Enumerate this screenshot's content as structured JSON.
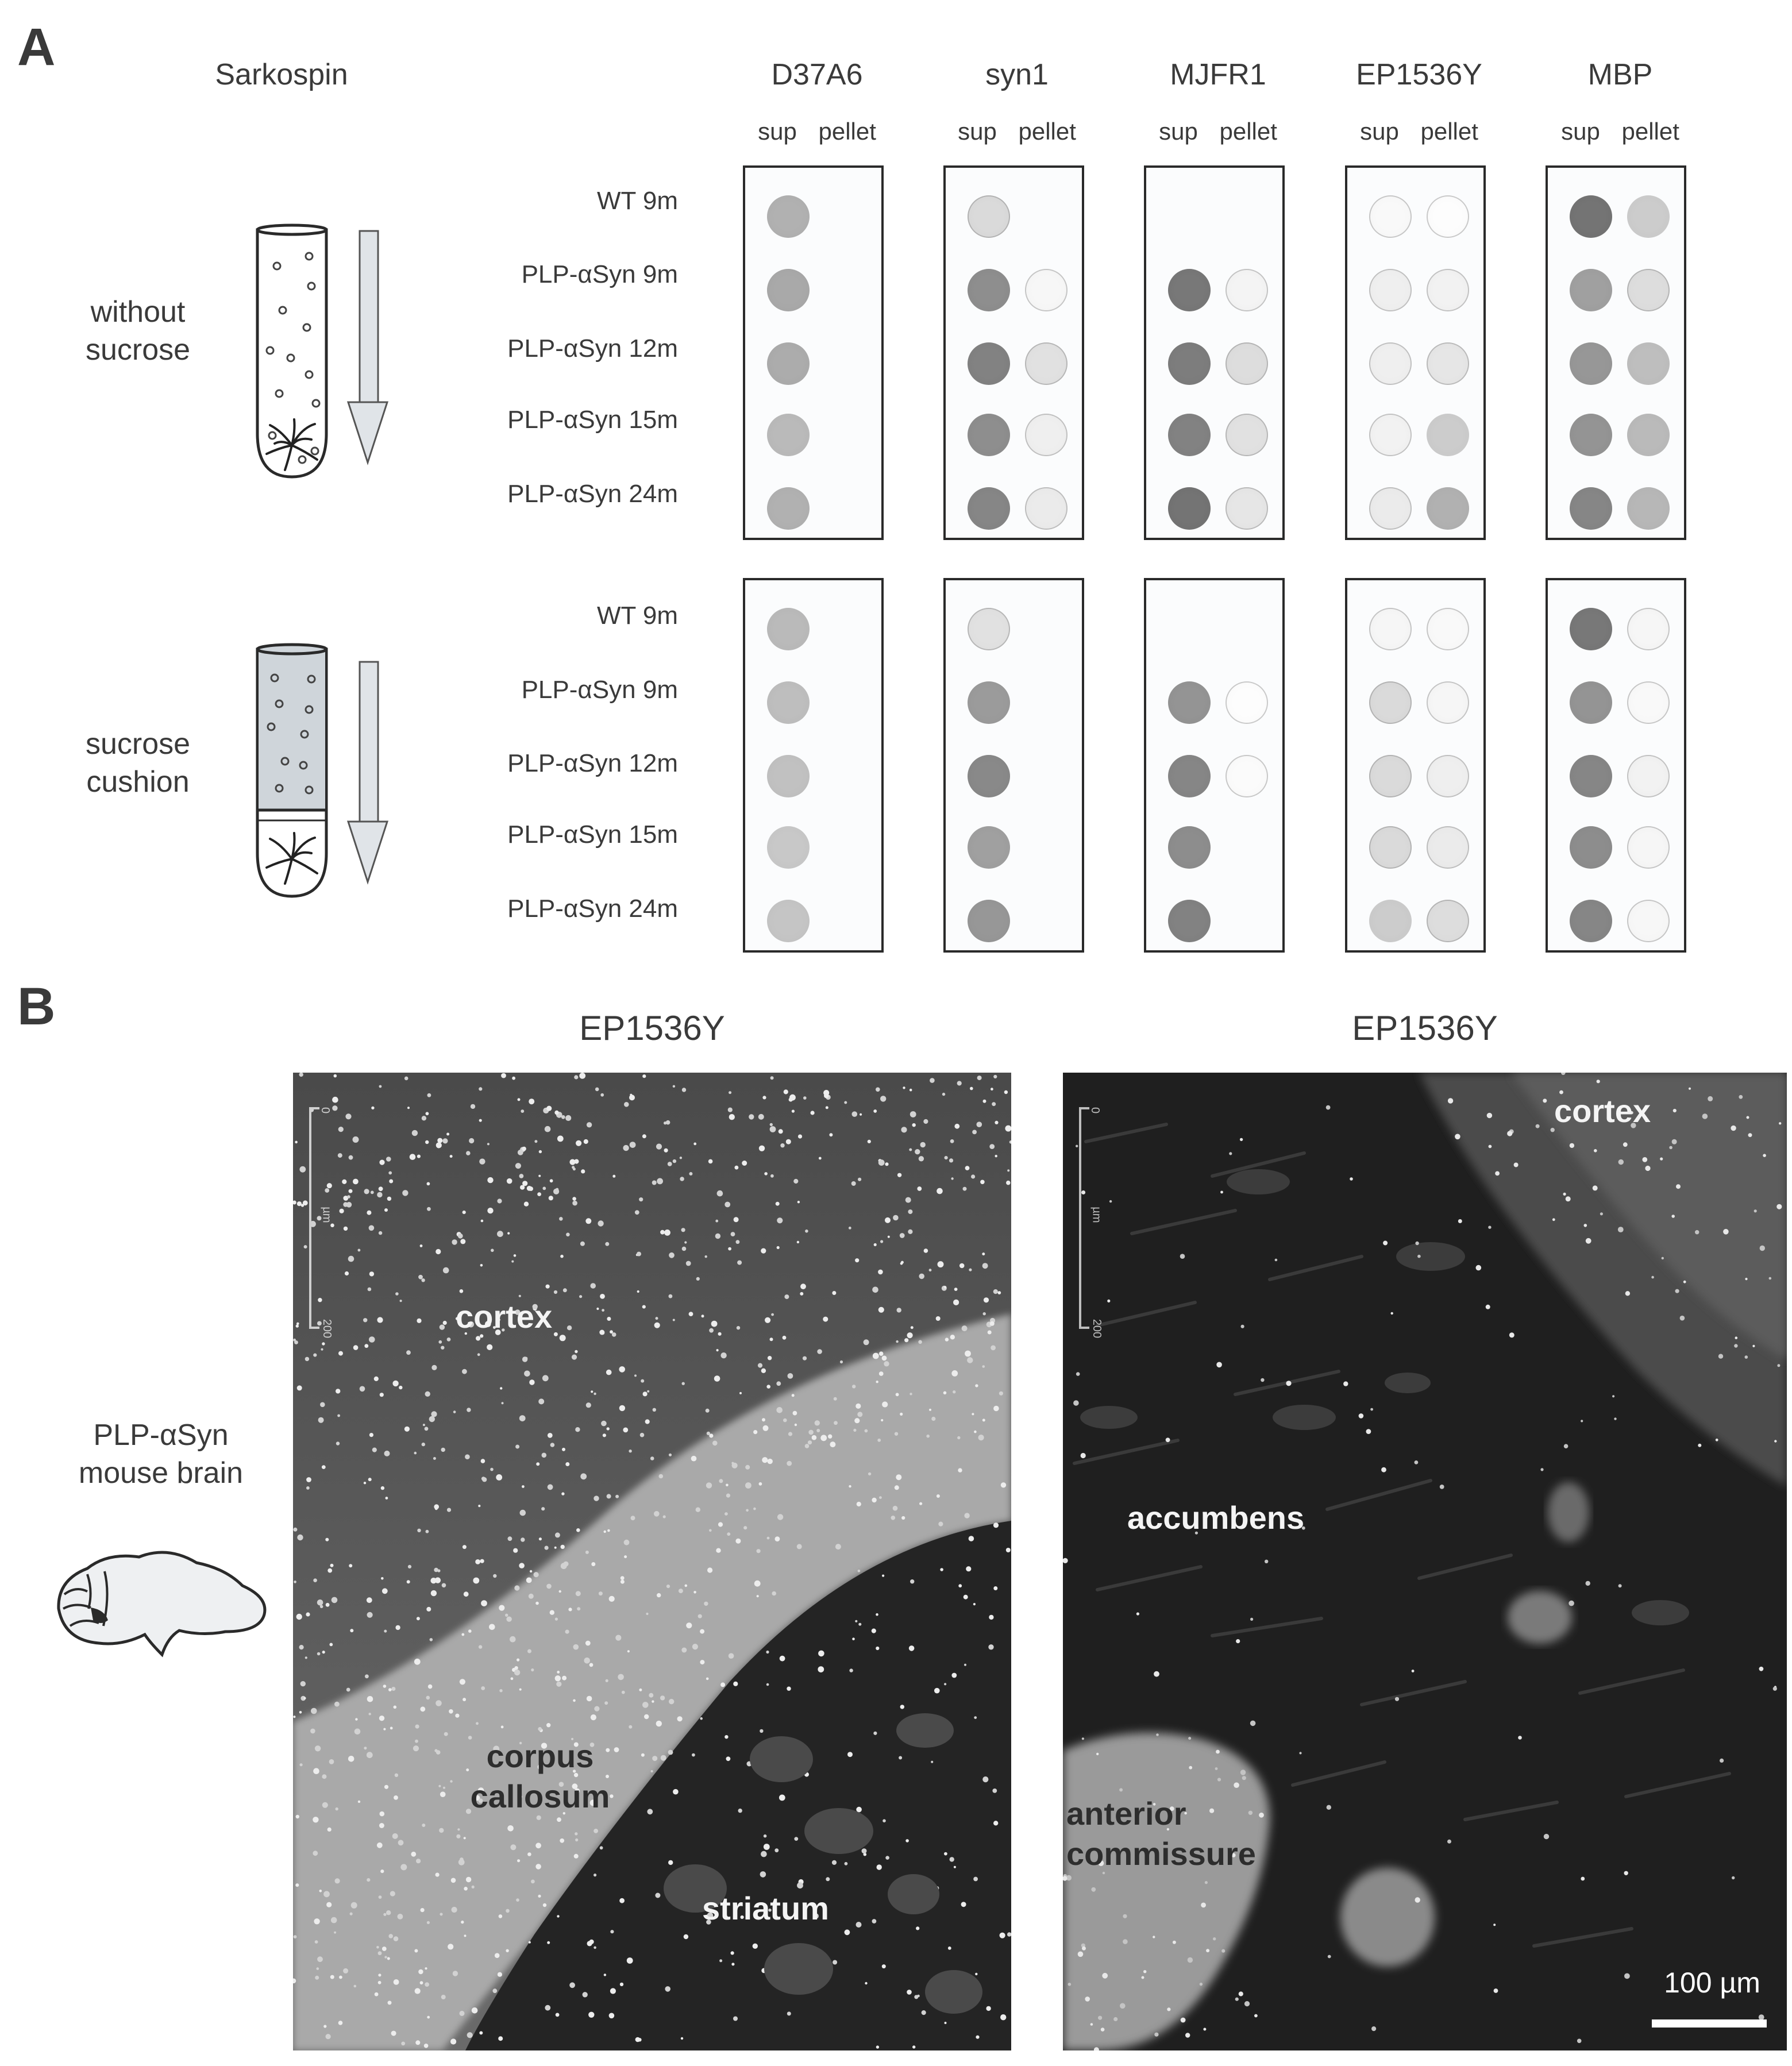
{
  "panel_a": {
    "letter": "A",
    "method_title": "Sarkospin",
    "antibodies": [
      "D37A6",
      "syn1",
      "MJFR1",
      "EP1536Y",
      "MBP"
    ],
    "fraction_sup": "sup",
    "fraction_pellet": "pellet",
    "samples": [
      "WT 9m",
      "PLP-αSyn 9m",
      "PLP-αSyn 12m",
      "PLP-αSyn 15m",
      "PLP-αSyn 24m"
    ],
    "conditions": [
      {
        "line1": "without",
        "line2": "sucrose"
      },
      {
        "line1": "sucrose",
        "line2": "cushion"
      }
    ],
    "dot_intensity_note": "grayscale level 0-1 per antibody, rows = samples, pairs = [sup, pellet]",
    "blots": [
      {
        "condition": "without sucrose",
        "intensities": {
          "D37A6": [
            [
              0.45,
              0
            ],
            [
              0.5,
              0
            ],
            [
              0.48,
              0
            ],
            [
              0.4,
              0
            ],
            [
              0.45,
              0
            ]
          ],
          "syn1": [
            [
              0.22,
              0
            ],
            [
              0.65,
              0.05
            ],
            [
              0.72,
              0.18
            ],
            [
              0.65,
              0.1
            ],
            [
              0.7,
              0.12
            ]
          ],
          "MJFR1": [
            [
              0,
              0
            ],
            [
              0.78,
              0.07
            ],
            [
              0.75,
              0.2
            ],
            [
              0.72,
              0.18
            ],
            [
              0.8,
              0.15
            ]
          ],
          "EP1536Y": [
            [
              0.04,
              0.02
            ],
            [
              0.1,
              0.08
            ],
            [
              0.1,
              0.15
            ],
            [
              0.08,
              0.3
            ],
            [
              0.12,
              0.45
            ]
          ],
          "MBP": [
            [
              0.8,
              0.3
            ],
            [
              0.55,
              0.2
            ],
            [
              0.6,
              0.38
            ],
            [
              0.62,
              0.4
            ],
            [
              0.7,
              0.42
            ]
          ]
        }
      },
      {
        "condition": "sucrose cushion",
        "intensities": {
          "D37A6": [
            [
              0.4,
              0
            ],
            [
              0.38,
              0
            ],
            [
              0.36,
              0
            ],
            [
              0.32,
              0
            ],
            [
              0.34,
              0
            ]
          ],
          "syn1": [
            [
              0.18,
              0
            ],
            [
              0.58,
              0
            ],
            [
              0.68,
              0
            ],
            [
              0.55,
              0
            ],
            [
              0.6,
              0
            ]
          ],
          "MJFR1": [
            [
              0,
              0
            ],
            [
              0.62,
              0.02
            ],
            [
              0.7,
              0.03
            ],
            [
              0.66,
              0
            ],
            [
              0.72,
              0
            ]
          ],
          "EP1536Y": [
            [
              0.06,
              0.04
            ],
            [
              0.22,
              0.06
            ],
            [
              0.22,
              0.1
            ],
            [
              0.22,
              0.12
            ],
            [
              0.3,
              0.2
            ]
          ],
          "MBP": [
            [
              0.78,
              0.06
            ],
            [
              0.62,
              0.04
            ],
            [
              0.7,
              0.08
            ],
            [
              0.66,
              0.06
            ],
            [
              0.7,
              0.05
            ]
          ]
        }
      }
    ]
  },
  "panel_b": {
    "letter": "B",
    "model_line1": "PLP-αSyn",
    "model_line2": "mouse brain",
    "left_image": {
      "title": "EP1536Y",
      "regions": {
        "cortex": "cortex",
        "corpus_line1": "corpus",
        "corpus_line2": "callosum",
        "striatum": "striatum"
      }
    },
    "right_image": {
      "title": "EP1536Y",
      "regions": {
        "cortex": "cortex",
        "accumbens": "accumbens",
        "anterior_line1": "anterior",
        "anterior_line2": "commissure"
      }
    },
    "inset_ruler": {
      "start": "0",
      "unit": "µm",
      "end": "200"
    },
    "scale_bar": "100 µm"
  }
}
